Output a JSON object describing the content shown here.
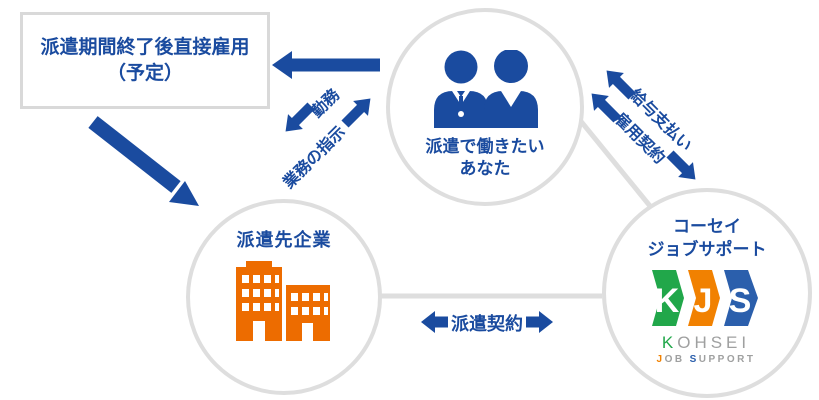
{
  "diagram": {
    "title_box": {
      "line1": "派遣期間終了後直接雇用",
      "line2": "（予定）"
    },
    "worker_circle": {
      "line1": "派遣で働きたい",
      "line2": "あなた"
    },
    "client_circle": {
      "label": "派遣先企業"
    },
    "agency_circle": {
      "line1": "コーセイ",
      "line2": "ジョブサポート",
      "logo": {
        "k": "K",
        "j": "J",
        "s": "S",
        "kohsei_k": "K",
        "kohsei_rest": "OHSEI",
        "job_j": "J",
        "job_ob": "OB",
        "sup_s": "S",
        "sup_rest": "UPPORT"
      }
    },
    "arrow_labels": {
      "work": "勤務",
      "work_instructions": "業務の指示",
      "salary_payment": "給与支払い",
      "employment_contract": "雇用契約",
      "dispatch_contract": "派遣契約"
    },
    "colors": {
      "arrow_blue": "#1a4b9f",
      "building_orange": "#ed6c00",
      "logo_green": "#21a74a",
      "logo_orange": "#f18101",
      "logo_blue": "#2b5fac",
      "connector_gray": "#dedede",
      "logo_letter_gray": "#9fa0a0"
    }
  }
}
